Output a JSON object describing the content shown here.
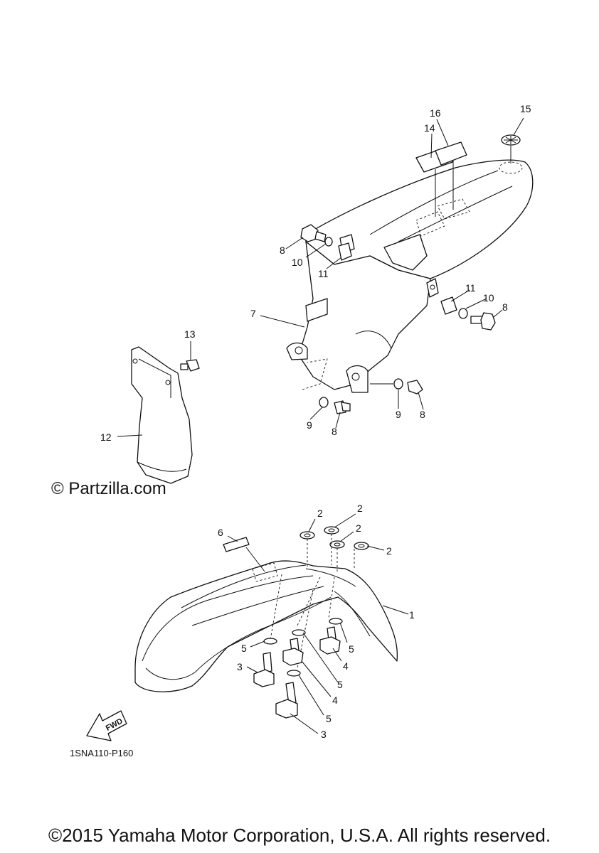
{
  "watermark": "© Partzilla.com",
  "diagram_code": "1SNA110-P160",
  "fwd_label": "FWD",
  "copyright": "©2015 Yamaha Motor Corporation, U.S.A. All rights reserved.",
  "callouts": [
    {
      "label": "1"
    },
    {
      "label": "2"
    },
    {
      "label": "2"
    },
    {
      "label": "2"
    },
    {
      "label": "2"
    },
    {
      "label": "3"
    },
    {
      "label": "3"
    },
    {
      "label": "4"
    },
    {
      "label": "4"
    },
    {
      "label": "5"
    },
    {
      "label": "5"
    },
    {
      "label": "5"
    },
    {
      "label": "5"
    },
    {
      "label": "6"
    },
    {
      "label": "7"
    },
    {
      "label": "8"
    },
    {
      "label": "8"
    },
    {
      "label": "8"
    },
    {
      "label": "8"
    },
    {
      "label": "9"
    },
    {
      "label": "9"
    },
    {
      "label": "10"
    },
    {
      "label": "10"
    },
    {
      "label": "11"
    },
    {
      "label": "11"
    },
    {
      "label": "12"
    },
    {
      "label": "13"
    },
    {
      "label": "14"
    },
    {
      "label": "15"
    },
    {
      "label": "16"
    }
  ]
}
